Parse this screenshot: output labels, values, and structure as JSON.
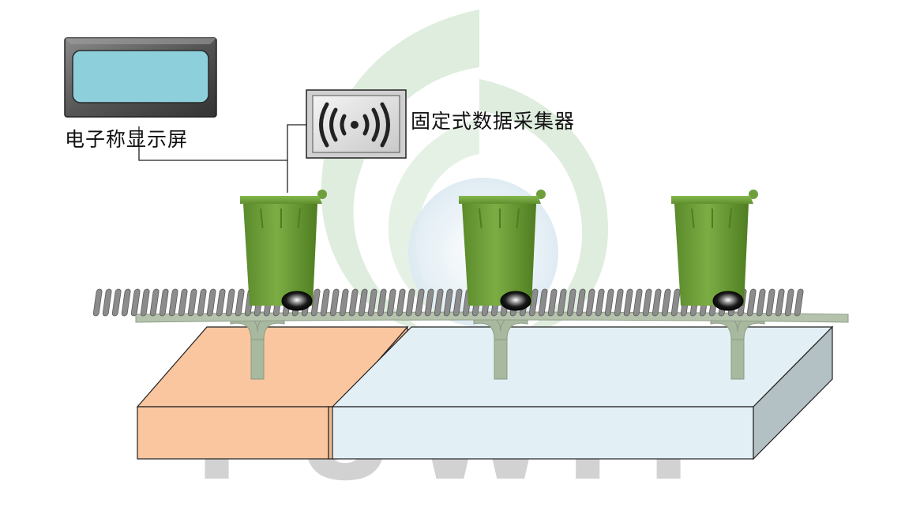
{
  "diagram": {
    "labels": {
      "display_screen": "电子称显示屏",
      "collector": "固定式数据采集器"
    },
    "watermark": {
      "text": "FUWIT"
    },
    "bins": {
      "count": 3
    },
    "colors": {
      "bin_green": "#6f9e3c",
      "bin_green_dark": "#4d7a22",
      "conveyor_gray": "#8a8a8a",
      "orange_platform": "#f9c8a2",
      "blue_platform": "#dcecf4",
      "screen_frame": "#5a5a5a",
      "screen_face": "#8ecfdc",
      "watermark_green": "#cfe3cf",
      "watermark_gray": "#d4d4d4"
    }
  }
}
